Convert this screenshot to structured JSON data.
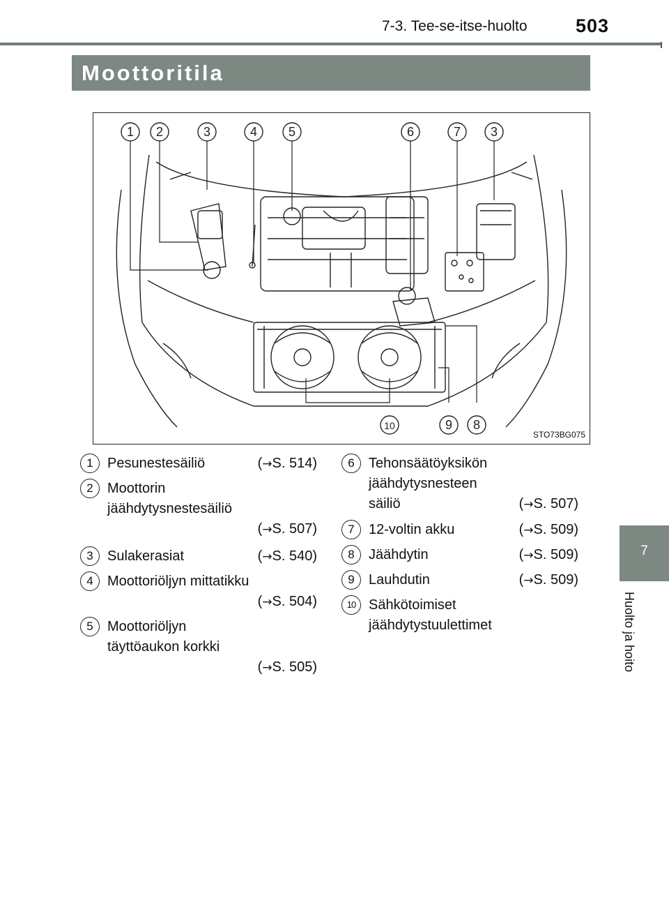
{
  "header": {
    "section": "7-3. Tee-se-itse-huolto",
    "page": "503"
  },
  "title": "Moottoritila",
  "figure": {
    "code": "STO73BG075",
    "callouts_top": [
      "1",
      "2",
      "3",
      "4",
      "5",
      "6",
      "7",
      "3"
    ],
    "callouts_bottom": [
      "10",
      "9",
      "8"
    ]
  },
  "side_tab": {
    "number": "7",
    "label": "Huolto ja hoito"
  },
  "items": [
    {
      "num": "1",
      "lines": [
        "Pesunestesäiliö"
      ],
      "ref": "S. 514"
    },
    {
      "num": "2",
      "lines": [
        "Moottorin",
        "jäähdytysnestesäiliö"
      ],
      "ref": "S. 507"
    },
    {
      "num": "3",
      "lines": [
        "Sulakerasiat"
      ],
      "ref": "S. 540"
    },
    {
      "num": "4",
      "lines": [
        "Moottoriöljyn mittatikku"
      ],
      "ref": "S. 504"
    },
    {
      "num": "5",
      "lines": [
        "Moottoriöljyn",
        "täyttöaukon korkki"
      ],
      "ref": "S. 505"
    },
    {
      "num": "6",
      "lines": [
        "Tehonsäätöyksikön",
        "jäähdytysnesteen",
        "säiliö"
      ],
      "ref": "S. 507"
    },
    {
      "num": "7",
      "lines": [
        "12-voltin akku"
      ],
      "ref": "S. 509"
    },
    {
      "num": "8",
      "lines": [
        "Jäähdytin"
      ],
      "ref": "S. 509"
    },
    {
      "num": "9",
      "lines": [
        "Lauhdutin"
      ],
      "ref": "S. 509"
    },
    {
      "num": "10",
      "lines": [
        "Sähkötoimiset",
        "jäähdytystuulettimet"
      ],
      "ref": ""
    }
  ],
  "ref_arrow": "→"
}
